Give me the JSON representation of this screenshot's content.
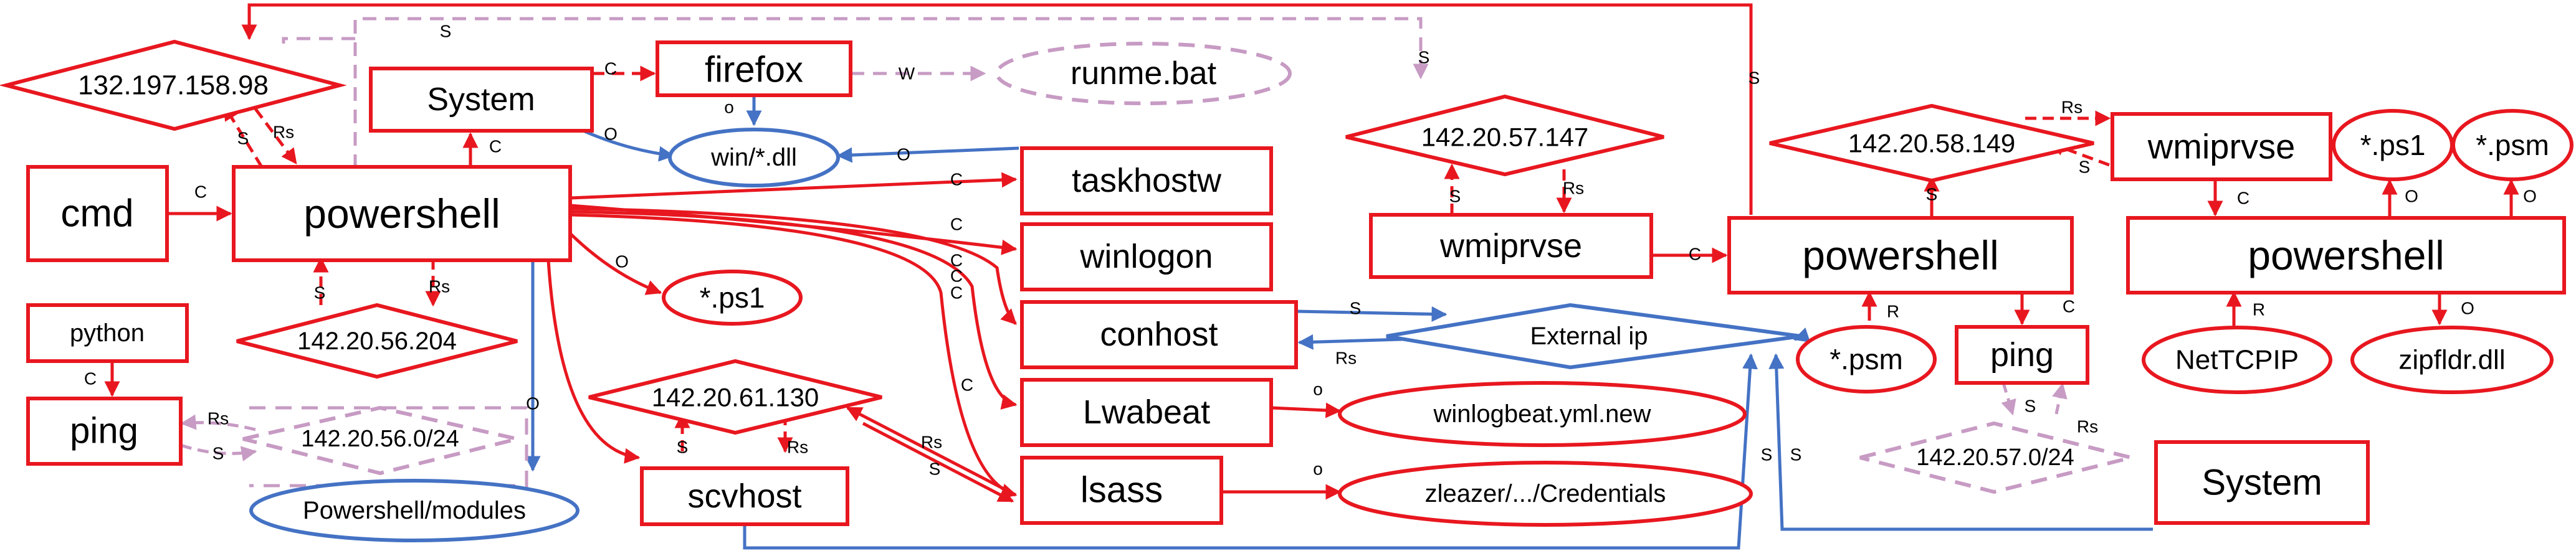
{
  "colors": {
    "process": "#e8171f",
    "file_edge": "#4472c4",
    "dashed": "#c79bc4",
    "white": "#ffffff"
  },
  "nodes": {
    "ip_132_197": "132.197.158.98",
    "system_left": "System",
    "firefox": "firefox",
    "runme_bat": "runme.bat",
    "win_dll": "win/*.dll",
    "cmd": "cmd",
    "powershell_main": "powershell",
    "ip_142_20_56_204": "142.20.56.204",
    "ps1_left": "*.ps1",
    "python": "python",
    "ping_left": "ping",
    "subnet_56": "142.20.56.0/24",
    "ps_modules": "Powershell/modules",
    "ip_142_20_61_130": "142.20.61.130",
    "scvhost": "scvhost",
    "taskhostw": "taskhostw",
    "winlogon": "winlogon",
    "conhost": "conhost",
    "lwabeat": "Lwabeat",
    "lsass": "lsass",
    "winlogbeat_yml": "winlogbeat.yml.new",
    "credentials": "zleazer/.../Credentials",
    "ip_142_20_57_147": "142.20.57.147",
    "wmiprvse_mid": "wmiprvse",
    "external_ip": "External ip",
    "psm_mid": "*.psm",
    "powershell_mid": "powershell",
    "ip_142_20_58_149": "142.20.58.149",
    "ping_right": "ping",
    "subnet_57": "142.20.57.0/24",
    "system_right": "System",
    "wmiprvse_right": "wmiprvse",
    "ps1_right": "*.ps1",
    "psm_right": "*.psm",
    "powershell_right": "powershell",
    "nettcpip": "NetTCPIP",
    "zipfldr": "zipfldr.dll"
  },
  "edge_labels": {
    "c": "C",
    "s": "S",
    "o": "O",
    "w": "W",
    "r": "R",
    "rs": "Rs",
    "o_small": "o"
  }
}
